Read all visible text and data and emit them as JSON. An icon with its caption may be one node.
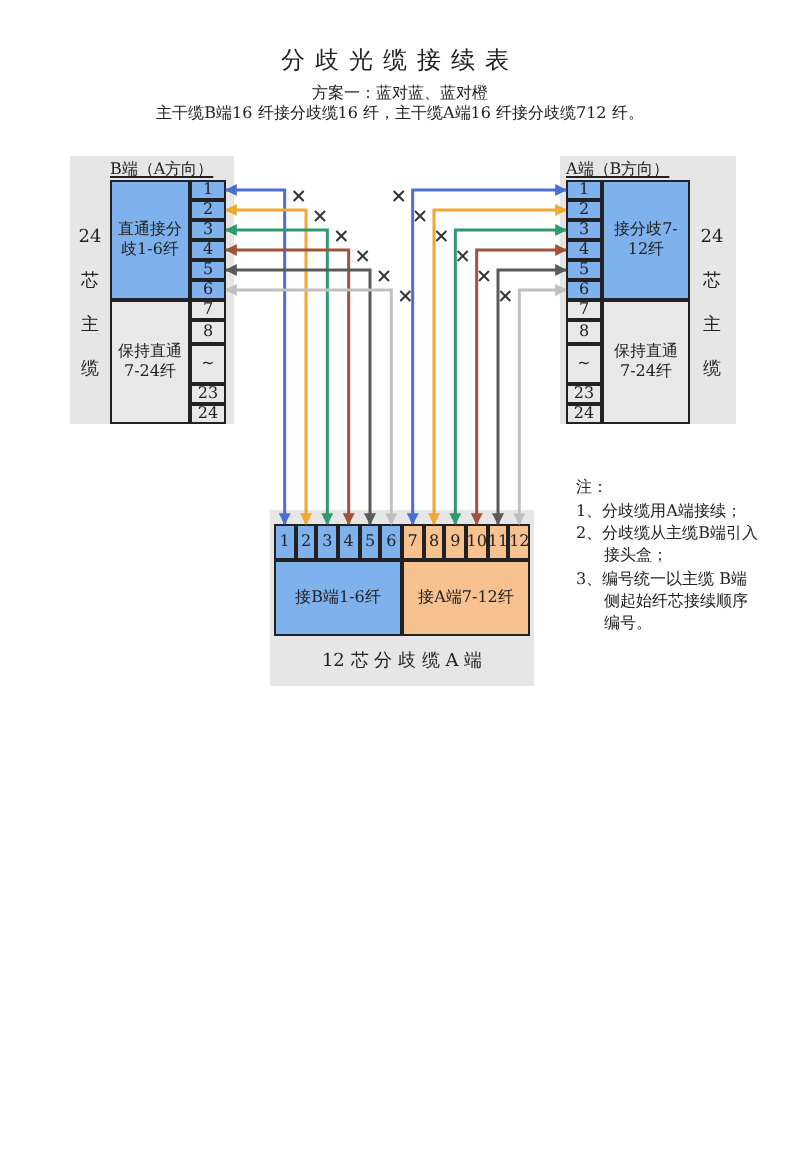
{
  "diagram": {
    "title": "分歧光缆接续表",
    "nodes": [
      {
        "text": [
          "B端（A方向）",
          "24芯主缆"
        ]
      },
      {
        "text": [
          "直通接分歧1-6纤"
        ],
        "in": 0
      },
      {
        "text": [
          "保持直通7-24纤"
        ],
        "in": 0
      },
      {
        "text": [
          "1"
        ],
        "in": 0
      },
      {
        "text": [
          "2"
        ],
        "in": 0
      },
      {
        "text": [
          "3"
        ],
        "in": 0
      },
      {
        "text": [
          "4"
        ],
        "in": 0
      },
      {
        "text": [
          "5"
        ],
        "in": 0
      },
      {
        "text": [
          "6"
        ],
        "in": 0
      },
      {
        "text": [
          "7"
        ],
        "in": 0
      },
      {
        "text": [
          "8"
        ],
        "in": 0
      },
      {
        "text": [
          "~"
        ],
        "in": 0
      },
      {
        "text": [
          "23"
        ],
        "in": 0
      },
      {
        "text": [
          "24"
        ],
        "in": 0
      },
      {
        "text": [
          "A端（B方向）",
          "24芯主缆"
        ]
      },
      {
        "text": [
          "接分歧7-12纤"
        ],
        "in": 14
      },
      {
        "text": [
          "保持直通7-24纤"
        ],
        "in": 14
      },
      {
        "text": [
          "1"
        ],
        "in": 14
      },
      {
        "text": [
          "2"
        ],
        "in": 14
      },
      {
        "text": [
          "3"
        ],
        "in": 14
      },
      {
        "text": [
          "4"
        ],
        "in": 14
      },
      {
        "text": [
          "5"
        ],
        "in": 14
      },
      {
        "text": [
          "6"
        ],
        "in": 14
      },
      {
        "text": [
          "7"
        ],
        "in": 14
      },
      {
        "text": [
          "8"
        ],
        "in": 14
      },
      {
        "text": [
          "~"
        ],
        "in": 14
      },
      {
        "text": [
          "23"
        ],
        "in": 14
      },
      {
        "text": [
          "24"
        ],
        "in": 14
      },
      {
        "text": [
          "12 芯 分 歧 缆 A 端"
        ]
      },
      {
        "text": [
          "1"
        ],
        "in": 28
      },
      {
        "text": [
          "2"
        ],
        "in": 28
      },
      {
        "text": [
          "3"
        ],
        "in": 28
      },
      {
        "text": [
          "4"
        ],
        "in": 28
      },
      {
        "text": [
          "5"
        ],
        "in": 28
      },
      {
        "text": [
          "6"
        ],
        "in": 28
      },
      {
        "text": [
          "7"
        ],
        "in": 28
      },
      {
        "text": [
          "8"
        ],
        "in": 28
      },
      {
        "text": [
          "9"
        ],
        "in": 28
      },
      {
        "text": [
          "10"
        ],
        "in": 28
      },
      {
        "text": [
          "11"
        ],
        "in": 28
      },
      {
        "text": [
          "12"
        ],
        "in": 28
      },
      {
        "text": [
          "接B端1-6纤"
        ],
        "in": 28
      },
      {
        "text": [
          "接A端7-12纤"
        ],
        "in": 28
      }
    ],
    "edges": [
      {
        "from": 3,
        "to": 29,
        "arrow": "both",
        "color": "#4a6fd0"
      },
      {
        "from": 4,
        "to": 30,
        "arrow": "both",
        "color": "#f0a830"
      },
      {
        "from": 5,
        "to": 31,
        "arrow": "both",
        "color": "#2e9a6e"
      },
      {
        "from": 6,
        "to": 32,
        "arrow": "both",
        "color": "#a0523a"
      },
      {
        "from": 7,
        "to": 33,
        "arrow": "both",
        "color": "#5a5a5a"
      },
      {
        "from": 8,
        "to": 34,
        "arrow": "both",
        "color": "#c0c0c0"
      },
      {
        "from": 17,
        "to": 35,
        "arrow": "both",
        "color": "#4a6fd0"
      },
      {
        "from": 18,
        "to": 36,
        "arrow": "both",
        "color": "#f0a830"
      },
      {
        "from": 19,
        "to": 37,
        "arrow": "both",
        "color": "#2e9a6e"
      },
      {
        "from": 20,
        "to": 38,
        "arrow": "both",
        "color": "#a0523a"
      },
      {
        "from": 21,
        "to": 39,
        "arrow": "both",
        "color": "#5a5a5a"
      },
      {
        "from": 22,
        "to": 40,
        "arrow": "both",
        "color": "#c0c0c0"
      }
    ],
    "labels": [
      "方案一：蓝对蓝、蓝对橙",
      "主干缆B端16 纤接分歧缆16 纤，主干缆A端16 纤接分歧缆712 纤。",
      "注：",
      "1、分歧缆用A端接续；",
      "2、分歧缆从主缆B端引入接头盒；",
      "3、编号统一以主缆 B端侧起始纤芯接续顺序编号。"
    ]
  }
}
